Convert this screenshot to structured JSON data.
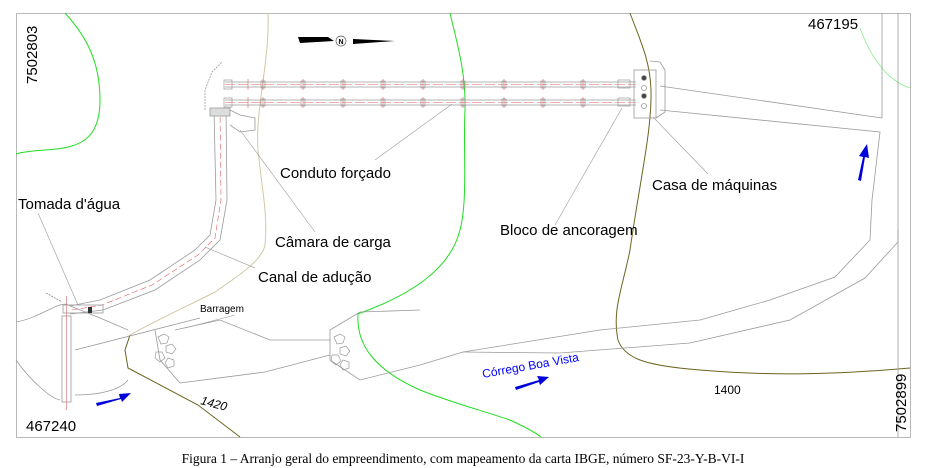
{
  "figure": {
    "caption": "Figura 1 – Arranjo geral do empreendimento, com mapeamento da carta IBGE, número SF-23-Y-B-VI-I"
  },
  "labels": {
    "penstock": "Conduto forçado",
    "intake": "Tomada d'água",
    "forebay": "Câmara de carga",
    "canal": "Canal de adução",
    "anchor_block": "Bloco de ancoragem",
    "powerhouse": "Casa de máquinas",
    "dam": "Barragem",
    "stream": "Córrego Boa Vista",
    "north": "N"
  },
  "contours": {
    "c1420": "1420",
    "c1400": "1400"
  },
  "coordinates": {
    "top_left_north": "7502803",
    "top_right_east": "467195",
    "bottom_left_east": "467240",
    "bottom_right_north": "7502899"
  },
  "colors": {
    "frame": "#b8b8b8",
    "drawing": "#9a9a9a",
    "pipe_axis": "#e06060",
    "contour_green": "#22dd22",
    "contour_olive": "#6b6420",
    "beige": "#cfcaa8",
    "flow_arrow": "#0000dd",
    "stream_text": "#0000ff"
  }
}
